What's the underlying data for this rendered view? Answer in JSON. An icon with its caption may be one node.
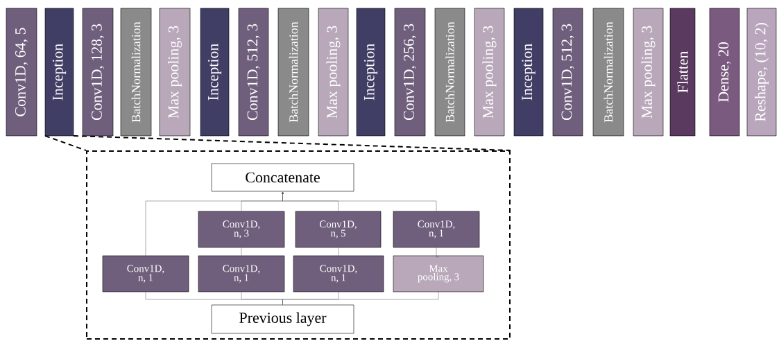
{
  "diagram": {
    "nodes": [
      {
        "text": [
          "Conv1D, 64, 5"
        ]
      },
      {
        "text": [
          "Inception"
        ]
      },
      {
        "text": [
          "Conv1D, 128, 3"
        ]
      },
      {
        "text": [
          "BatchNormalization"
        ]
      },
      {
        "text": [
          "Max pooling, 3"
        ]
      },
      {
        "text": [
          "Inception"
        ]
      },
      {
        "text": [
          "Conv1D, 512, 3"
        ]
      },
      {
        "text": [
          "BatchNormalization"
        ]
      },
      {
        "text": [
          "Max pooling, 3"
        ]
      },
      {
        "text": [
          "Inception"
        ]
      },
      {
        "text": [
          "Conv1D, 256, 3"
        ]
      },
      {
        "text": [
          "BatchNormalization"
        ]
      },
      {
        "text": [
          "Max pooling, 3"
        ]
      },
      {
        "text": [
          "Inception"
        ]
      },
      {
        "text": [
          "Conv1D, 512, 3"
        ]
      },
      {
        "text": [
          "BatchNormalization"
        ]
      },
      {
        "text": [
          "Max pooling, 3"
        ]
      },
      {
        "text": [
          "Flatten"
        ]
      },
      {
        "text": [
          "Dense, 20"
        ]
      },
      {
        "text": [
          "Reshape, (10, 2)"
        ]
      },
      {
        "text": [],
        "shape": "box"
      },
      {
        "text": [
          "Concatenate"
        ],
        "in": 20
      },
      {
        "text": [
          "Conv1D, n, 3"
        ],
        "in": 20
      },
      {
        "text": [
          "Conv1D, n, 5"
        ],
        "in": 20
      },
      {
        "text": [
          "Conv1D, n, 1"
        ],
        "in": 20
      },
      {
        "text": [
          "Conv1D, n, 1"
        ],
        "in": 20
      },
      {
        "text": [
          "Conv1D, n, 1"
        ],
        "in": 20
      },
      {
        "text": [
          "Conv1D, n, 1"
        ],
        "in": 20
      },
      {
        "text": [
          "Max pooling, 3"
        ],
        "in": 20
      },
      {
        "text": [
          "Previous layer"
        ],
        "in": 20
      }
    ],
    "edges": [
      {
        "from": 1,
        "to": 20,
        "arrow": "none",
        "style": "dashed"
      },
      {
        "from": 1,
        "to": 20,
        "arrow": "none",
        "style": "dashed"
      },
      {
        "from": 29,
        "to": 25,
        "arrow": "none"
      },
      {
        "from": 29,
        "to": 26,
        "arrow": "none"
      },
      {
        "from": 29,
        "to": 27,
        "arrow": "none"
      },
      {
        "from": 29,
        "to": 28,
        "arrow": "none"
      },
      {
        "from": 26,
        "to": 22,
        "arrow": "none"
      },
      {
        "from": 27,
        "to": 23,
        "arrow": "none"
      },
      {
        "from": 28,
        "to": 24,
        "arrow": "none"
      },
      {
        "from": 25,
        "to": 21,
        "arrow": "to"
      },
      {
        "from": 22,
        "to": 21,
        "arrow": "to"
      },
      {
        "from": 23,
        "to": 21,
        "arrow": "to"
      },
      {
        "from": 24,
        "to": 21,
        "arrow": "to"
      }
    ]
  }
}
